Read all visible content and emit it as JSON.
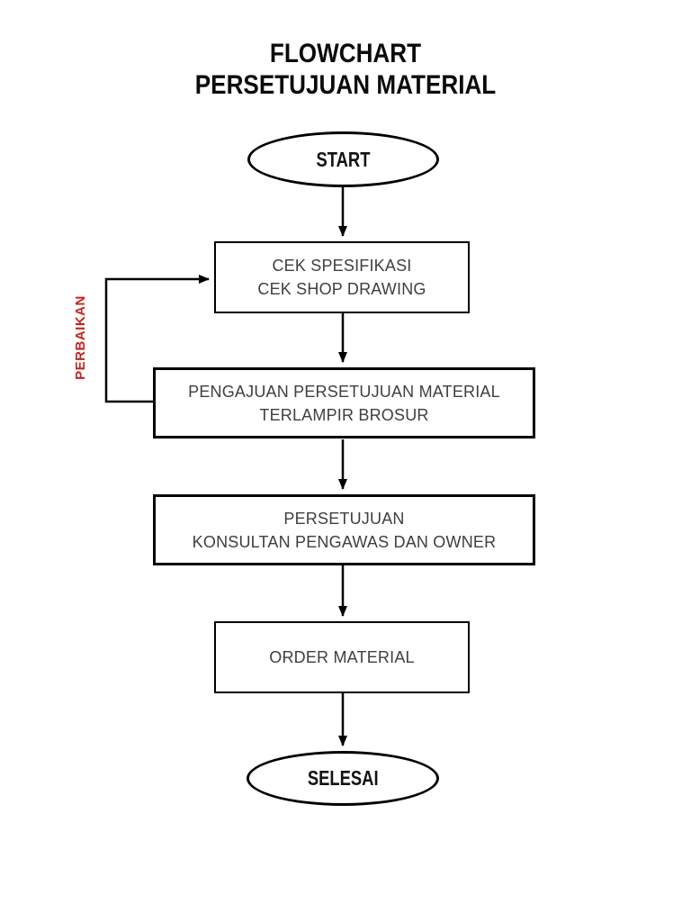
{
  "title": {
    "line1": "FLOWCHART",
    "line2": "PERSETUJUAN MATERIAL"
  },
  "nodes": {
    "start": {
      "label": "START"
    },
    "cek": {
      "line1": "CEK SPESIFIKASI",
      "line2": "CEK SHOP DRAWING"
    },
    "pengajuan": {
      "line1": "PENGAJUAN PERSETUJUAN MATERIAL",
      "line2": "TERLAMPIR BROSUR"
    },
    "persetujuan": {
      "line1": "PERSETUJUAN",
      "line2": "KONSULTAN PENGAWAS DAN OWNER"
    },
    "order": {
      "line1": "ORDER MATERIAL"
    },
    "selesai": {
      "label": "SELESAI"
    }
  },
  "edges": {
    "feedback_label": "PERBAIKAN",
    "feedback_label_color": "#c42420",
    "line_color": "#000000"
  }
}
